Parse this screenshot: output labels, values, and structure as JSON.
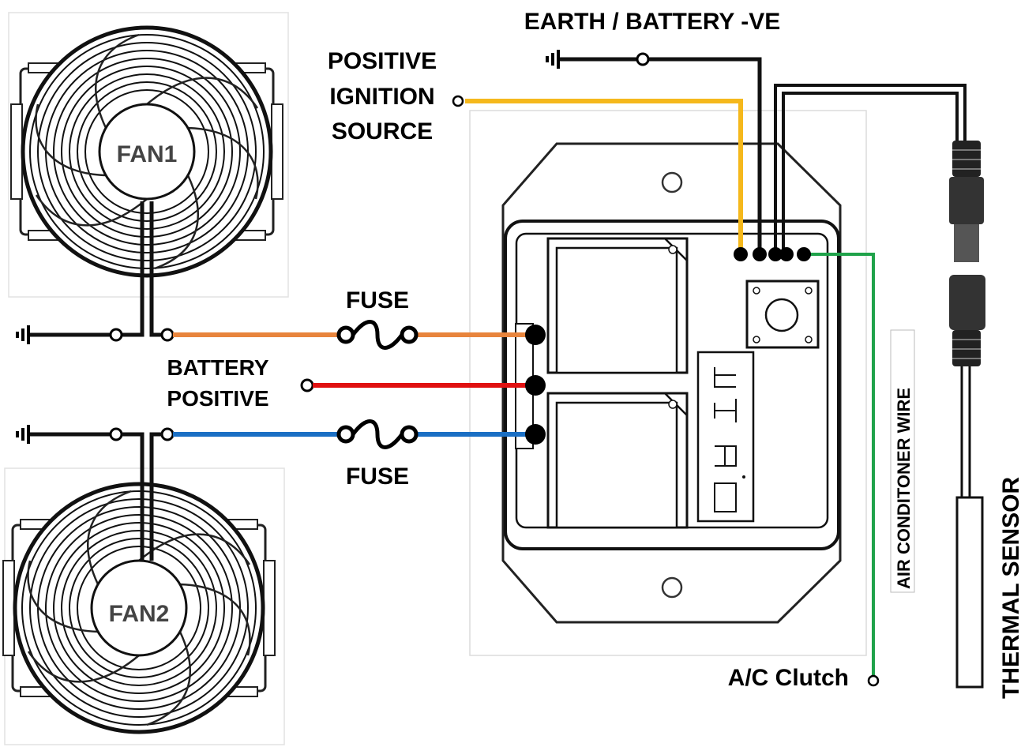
{
  "labels": {
    "earth": "EARTH / BATTERY -VE",
    "ignition_line1": "POSITIVE",
    "ignition_line2": "IGNITION",
    "ignition_line3": "SOURCE",
    "fuse_top": "FUSE",
    "fuse_bottom": "FUSE",
    "battery_line1": "BATTERY",
    "battery_line2": "POSITIVE",
    "fan1": "FAN1",
    "fan2": "FAN2",
    "ac_wire": "AIR CONDITONER WIRE",
    "ac_clutch": "A/C Clutch",
    "thermal": "THERMAL SENSOR"
  },
  "wire_colors": {
    "ignition": "#f5b81c",
    "earth": "#111111",
    "fan1": "#e8843c",
    "battery": "#e01010",
    "fan2": "#1a6fc4",
    "ac": "#1fa24a",
    "sensor": "#111111"
  },
  "icons": [
    "ground-symbol-icon",
    "fuse-icon",
    "fan-icon",
    "push-button-icon",
    "connector-plug-icon"
  ]
}
